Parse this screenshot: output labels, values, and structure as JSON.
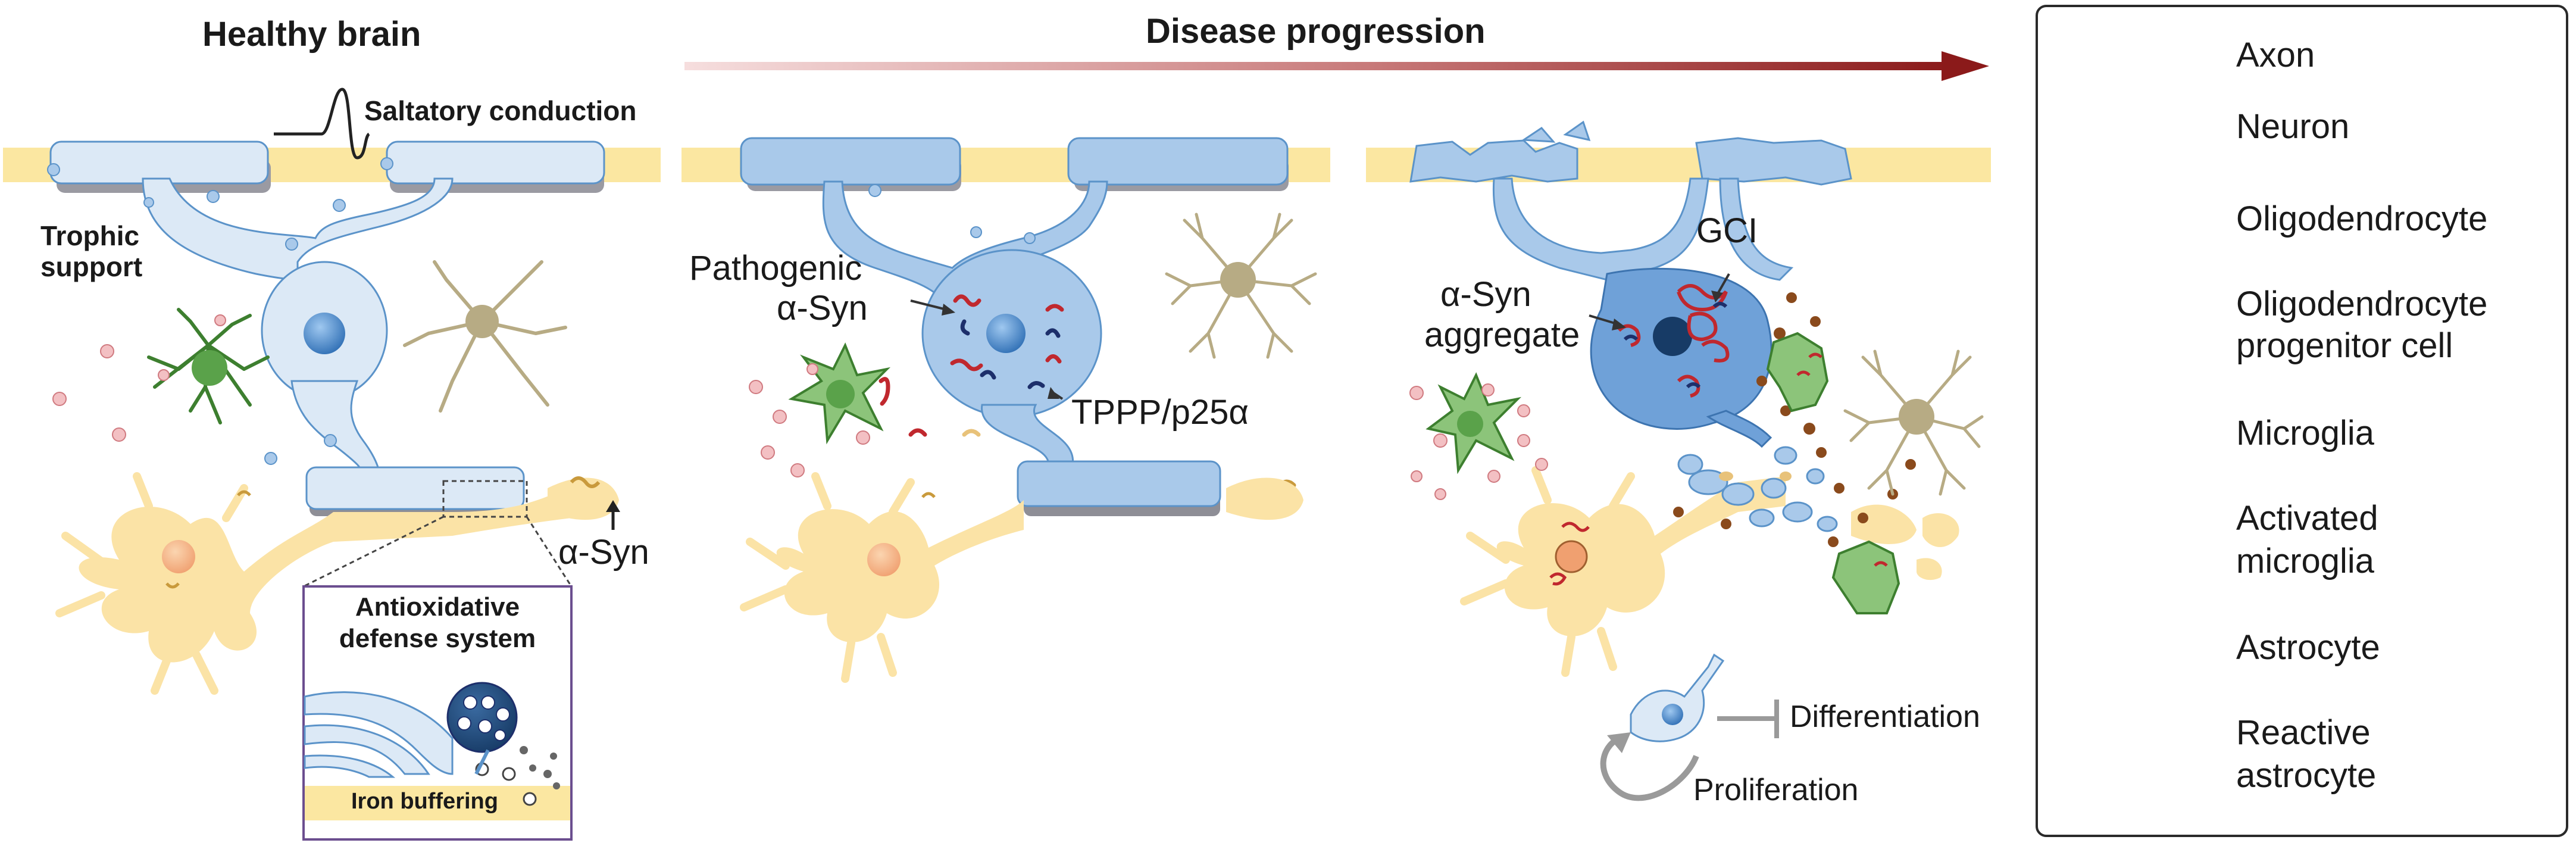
{
  "panels": {
    "healthy_title": "Healthy brain",
    "progression_title": "Disease progression",
    "saltatory_label": "Saltatory conduction",
    "trophic_line1": "Trophic",
    "trophic_line2": "support",
    "asyn_label": "α-Syn",
    "inset_title_line1": "Antioxidative",
    "inset_title_line2": "defense system",
    "iron_label": "Iron buffering",
    "pathogenic_line1": "Pathogenic",
    "pathogenic_line2": "α-Syn",
    "tppp_label": "TPPP/p25α",
    "gci_label": "GCI",
    "aggregate_line1": "α-Syn",
    "aggregate_line2": "aggregate",
    "differentiation_label": "Differentiation",
    "proliferation_label": "Proliferation"
  },
  "legend": {
    "items": [
      {
        "label": "Axon"
      },
      {
        "label": "Neuron"
      },
      {
        "label": "Oligodendrocyte"
      },
      {
        "label_line1": "Oligodendrocyte",
        "label_line2": "progenitor cell"
      },
      {
        "label": "Microglia"
      },
      {
        "label_line1": "Activated",
        "label_line2": "microglia"
      },
      {
        "label": "Astrocyte"
      },
      {
        "label_line1": "Reactive",
        "label_line2": "astrocyte"
      }
    ]
  },
  "colors": {
    "axon": "#fbe7a1",
    "oligo_light": "#dce9f6",
    "oligo_dark": "#a9c9ea",
    "oligo_outline": "#5b93c9",
    "myelin_shadow": "#8e8e96",
    "neuron": "#fbe3a6",
    "microglia": "#5aa24a",
    "microglia_activated": "#8cc47a",
    "astrocyte": "#b7ab84",
    "asyn_red": "#c0282e",
    "tppp_navy": "#1d2f6b",
    "iron_brown": "#8a4a1c",
    "dot_pink": "#f3a3a8",
    "arrow_dark": "#8b1a1a"
  }
}
